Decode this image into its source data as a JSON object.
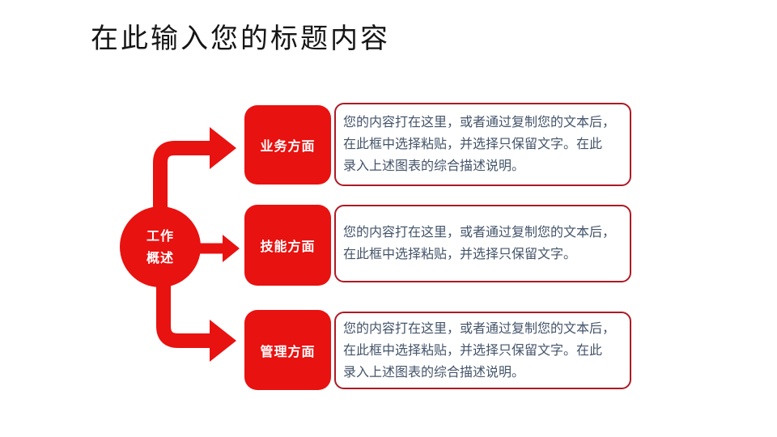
{
  "slide": {
    "title": "在此输入您的标题内容",
    "colors": {
      "accent_red": "#E81210",
      "border_red": "#AD1A24",
      "body_text": "#44546A"
    },
    "diagram": {
      "hub": {
        "label_line1": "工作",
        "label_line2": "概述"
      },
      "rows": [
        {
          "label": "业务方面",
          "body": "您的内容打在这里，或者通过复制您的文本后，\n在此框中选择粘贴，并选择只保留文字。在此\n录入上述图表的综合描述说明。"
        },
        {
          "label": "技能方面",
          "body": "您的内容打在这里，或者通过复制您的文本后，\n在此框中选择粘贴，并选择只保留文字。"
        },
        {
          "label": "管理方面",
          "body": "您的内容打在这里，或者通过复制您的文本后，\n在此框中选择粘贴，并选择只保留文字。在此\n录入上述图表的综合描述说明。"
        }
      ]
    }
  }
}
